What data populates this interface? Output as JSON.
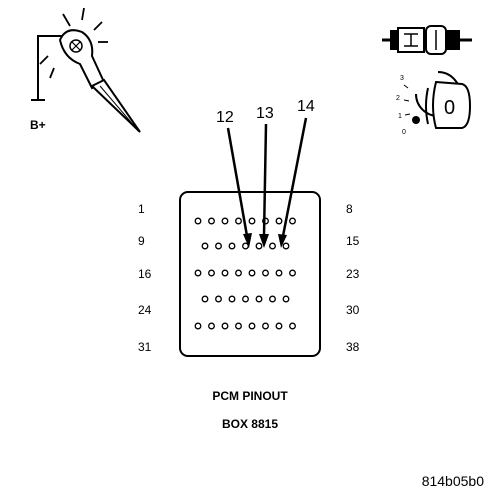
{
  "test_light": {
    "label": "B+"
  },
  "ignition": {
    "positions": [
      "0",
      "1",
      "2",
      "3"
    ],
    "key_label": "0"
  },
  "arrows": [
    {
      "label": "12",
      "pin": 12
    },
    {
      "label": "13",
      "pin": 13
    },
    {
      "label": "14",
      "pin": 14
    }
  ],
  "connector": {
    "rows": [
      {
        "first": "1",
        "last": "8",
        "pins": 8
      },
      {
        "first": "9",
        "last": "15",
        "pins": 7
      },
      {
        "first": "16",
        "last": "23",
        "pins": 8
      },
      {
        "first": "24",
        "last": "30",
        "pins": 7
      },
      {
        "first": "31",
        "last": "38",
        "pins": 8
      }
    ]
  },
  "caption": {
    "line1": "PCM PINOUT",
    "line2": "BOX 8815"
  },
  "figure_id": "814b05b0"
}
